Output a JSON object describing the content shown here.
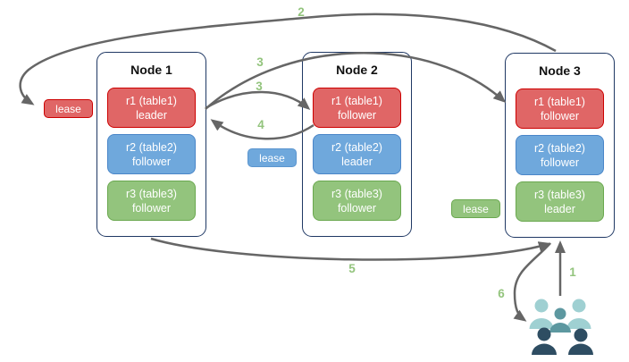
{
  "nodes": [
    {
      "title": "Node 1",
      "replicas": [
        {
          "name": "r1 (table1)",
          "role": "leader",
          "color": "red"
        },
        {
          "name": "r2 (table2)",
          "role": "follower",
          "color": "blue"
        },
        {
          "name": "r3 (table3)",
          "role": "follower",
          "color": "green"
        }
      ]
    },
    {
      "title": "Node 2",
      "replicas": [
        {
          "name": "r1 (table1)",
          "role": "follower",
          "color": "red"
        },
        {
          "name": "r2 (table2)",
          "role": "leader",
          "color": "blue"
        },
        {
          "name": "r3 (table3)",
          "role": "follower",
          "color": "green"
        }
      ]
    },
    {
      "title": "Node 3",
      "replicas": [
        {
          "name": "r1 (table1)",
          "role": "follower",
          "color": "red"
        },
        {
          "name": "r2 (table2)",
          "role": "follower",
          "color": "blue"
        },
        {
          "name": "r3 (table3)",
          "role": "leader",
          "color": "green"
        }
      ]
    }
  ],
  "leases": [
    {
      "label": "lease",
      "color": "red"
    },
    {
      "label": "lease",
      "color": "blue"
    },
    {
      "label": "lease",
      "color": "green"
    }
  ],
  "steps": [
    {
      "label": "2",
      "from": "node-3-top",
      "to": "lease-red"
    },
    {
      "label": "3",
      "from": "node-1-r1-leader",
      "to": "node-3-r1-follower"
    },
    {
      "label": "3",
      "from": "node-1-r1-leader",
      "to": "node-2-r1-follower"
    },
    {
      "label": "4",
      "from": "node-2-r1-follower",
      "to": "node-1-r1-leader"
    },
    {
      "label": "5",
      "from": "node-1-bottom",
      "to": "node-3-r3-leader"
    },
    {
      "label": "6",
      "from": "node-3-r3-leader",
      "to": "users"
    },
    {
      "label": "1",
      "from": "users",
      "to": "node-3-r3-leader"
    }
  ],
  "icons": {
    "users": "users-icon"
  },
  "colors": {
    "red_fill": "#e06666",
    "red_border": "#cc0000",
    "blue_fill": "#6fa8dc",
    "blue_border": "#4a86c8",
    "green_fill": "#93c47d",
    "green_border": "#6aa84f",
    "node_border": "#1f3864",
    "arrow": "#666666",
    "step_label": "#93c47d",
    "users_light": "#9fd0d2",
    "users_mid": "#5d98a0",
    "users_dark": "#2e4d62"
  }
}
